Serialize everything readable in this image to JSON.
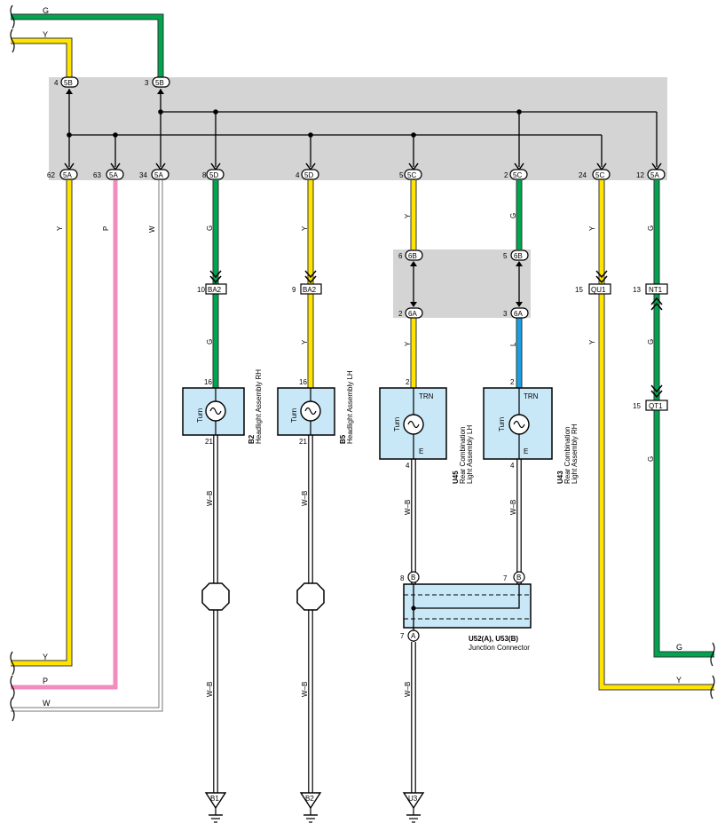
{
  "colors": {
    "G": "#00a54f",
    "Y": "#ffe400",
    "P": "#f28cc0",
    "L": "#1aa0e0",
    "W": "#ffffff",
    "WB_fill": "#ffffff",
    "box_grey": "#d4d4d4",
    "component_fill": "#c8e8f8",
    "wire_edge": "#555555"
  },
  "left_break_labels": {
    "top_g": "G",
    "top_y": "Y",
    "bottom_y": "Y",
    "bottom_p": "P",
    "bottom_w": "W"
  },
  "right_break_labels": {
    "g": "G",
    "y": "Y"
  },
  "top_connectors": [
    {
      "pin": "4",
      "conn": "5B"
    },
    {
      "pin": "3",
      "conn": "5B"
    }
  ],
  "bottom_connectors": [
    {
      "pin": "62",
      "conn": "5A",
      "wire": "Y"
    },
    {
      "pin": "63",
      "conn": "5A",
      "wire": "P"
    },
    {
      "pin": "34",
      "conn": "5A",
      "wire": "W"
    },
    {
      "pin": "8",
      "conn": "5D",
      "wire": "G"
    },
    {
      "pin": "4",
      "conn": "5D",
      "wire": "Y"
    },
    {
      "pin": "5",
      "conn": "5C",
      "wire": "Y"
    },
    {
      "pin": "2",
      "conn": "5C",
      "wire": "G"
    },
    {
      "pin": "24",
      "conn": "5C",
      "wire": "Y"
    },
    {
      "pin": "12",
      "conn": "5A",
      "wire": "G"
    }
  ],
  "mid_box": {
    "left_top": {
      "pin": "6",
      "conn": "6B"
    },
    "right_top": {
      "pin": "5",
      "conn": "6B"
    },
    "left_bottom": {
      "pin": "2",
      "conn": "6A"
    },
    "right_bottom": {
      "pin": "3",
      "conn": "6A"
    },
    "left_wire_below": "Y",
    "right_wire_below": "L"
  },
  "inline_connectors": {
    "ba2_a": {
      "pin": "10",
      "conn": "BA2"
    },
    "ba2_b": {
      "pin": "9",
      "conn": "BA2"
    },
    "qu1": {
      "pin": "15",
      "conn": "QU1"
    },
    "nt1": {
      "pin": "13",
      "conn": "NT1"
    },
    "qt1": {
      "pin": "15",
      "conn": "QT1"
    }
  },
  "components": [
    {
      "code": "B2",
      "name": "Headlight Assembly RH",
      "lamp": "Turn",
      "pin_top": "16",
      "pin_bottom": "21"
    },
    {
      "code": "B5",
      "name": "Headlight Assembly LH",
      "lamp": "Turn",
      "pin_top": "16",
      "pin_bottom": "21"
    },
    {
      "code": "U45",
      "name_line1": "Rear Combination",
      "name_line2": "Light Assembly LH",
      "lamp": "Turn",
      "top_label": "TRN",
      "bottom_label": "E",
      "pin_top": "2",
      "pin_bottom": "4"
    },
    {
      "code": "U43",
      "name_line1": "Rear Combination",
      "name_line2": "Light Assembly RH",
      "lamp": "Turn",
      "top_label": "TRN",
      "bottom_label": "E",
      "pin_top": "2",
      "pin_bottom": "4"
    }
  ],
  "wire_labels": {
    "c1_y": "Y",
    "c2_p": "P",
    "c3_w": "W",
    "c4_g1": "G",
    "c4_g2": "G",
    "c4_wb1": "W–B",
    "c4_wb2": "W–B",
    "c5_y1": "Y",
    "c5_y2": "Y",
    "c5_wb1": "W–B",
    "c5_wb2": "W–B",
    "c6_y1": "Y",
    "c6_y2": "Y",
    "c6_wb1": "W–B",
    "c6_wb2": "W–B",
    "c7_g1": "G",
    "c7_l": "L",
    "c7_wb": "W–B",
    "c8_y1": "Y",
    "c8_y2": "Y",
    "c9_g1": "G",
    "c9_g2": "G",
    "c9_g3": "G"
  },
  "junction": {
    "code": "U52(A), U53(B)",
    "name": "Junction Connector",
    "pin_left_top": "8",
    "conn_left_top": "B",
    "pin_right_top": "7",
    "conn_right_top": "B",
    "pin_left_bottom": "7",
    "conn_left_bottom": "A"
  },
  "grounds": [
    "B1",
    "B2",
    "U3"
  ]
}
